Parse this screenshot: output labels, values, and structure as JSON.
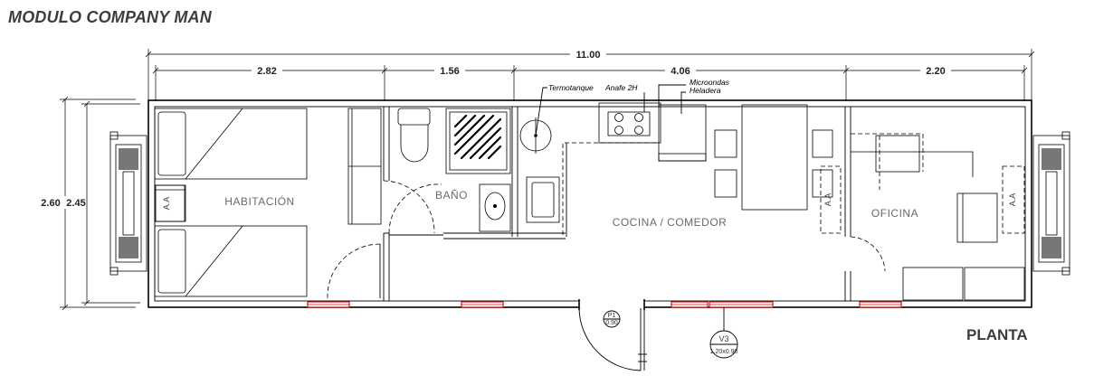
{
  "title": "MODULO COMPANY MAN",
  "plan_label": "PLANTA",
  "dimensions": {
    "total": "11.00",
    "segments": [
      "2.82",
      "1.56",
      "4.06",
      "2.20"
    ],
    "height_outer": "2.60",
    "height_inner": "2.45"
  },
  "rooms": {
    "bedroom": "HABITACIÓN",
    "bathroom": "BAÑO",
    "kitchen": "COCINA / COMEDOR",
    "office": "OFICINA"
  },
  "annotations": {
    "water_heater": "Termotanque",
    "cooktop": "Anafe 2H",
    "microwave": "Microondas",
    "fridge": "Heladera"
  },
  "ac_label": "A.A",
  "tags": {
    "door": {
      "code": "P1",
      "size": "0.90"
    },
    "window": {
      "code": "V3",
      "size": "1.20x0.90"
    }
  }
}
